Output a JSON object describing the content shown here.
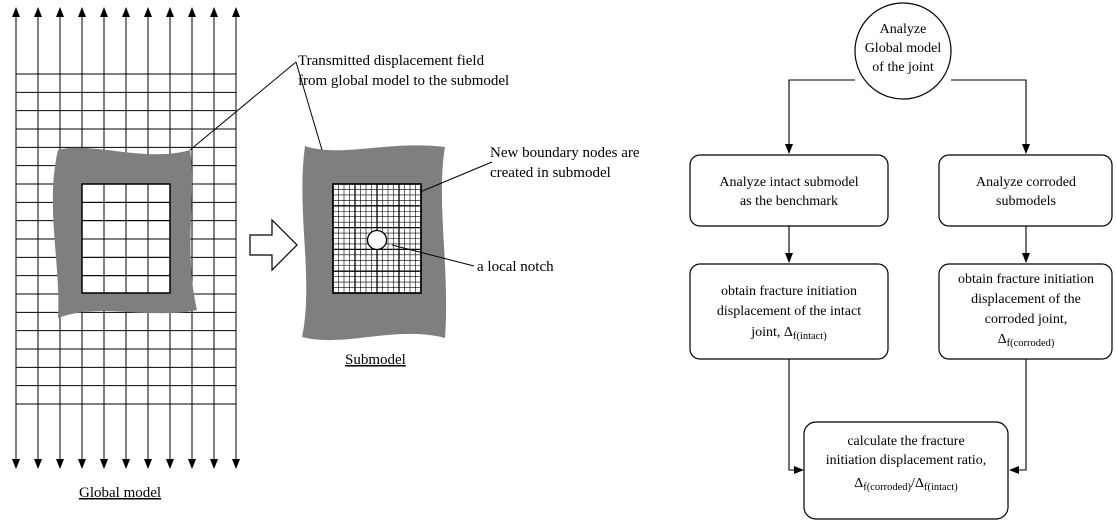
{
  "left": {
    "annotation_transmitted": [
      "Transmitted displacement field",
      "from global model to the submodel"
    ],
    "annotation_boundary": [
      "New boundary nodes are",
      "created in submodel"
    ],
    "annotation_notch": "a local notch",
    "submodel_caption": "Submodel",
    "global_caption": "Global model"
  },
  "flow": {
    "start": [
      "Analyze",
      "Global model",
      "of the joint"
    ],
    "intact_analysis": [
      "Analyze intact submodel",
      "as the benchmark"
    ],
    "corroded_analysis": [
      "Analyze corroded",
      "submodels"
    ],
    "intact_result": {
      "lines": [
        "obtain fracture initiation",
        "displacement of the intact"
      ],
      "last_prefix": "joint, Δ",
      "last_sub": "f(intact)"
    },
    "corroded_result": {
      "lines": [
        "obtain fracture initiation",
        "displacement of the",
        "corroded joint,"
      ],
      "symbol": "Δ",
      "sub": "f(corroded)"
    },
    "ratio": {
      "lines": [
        "calculate the fracture",
        "initiation displacement ratio,"
      ],
      "symbol": "Δ",
      "sub_num": "f(corroded)",
      "slash": "/",
      "sub_den": "f(intact)"
    }
  },
  "colors": {
    "stroke": "#000000",
    "shade": "#7f7f7f",
    "background": "#ffffff"
  }
}
